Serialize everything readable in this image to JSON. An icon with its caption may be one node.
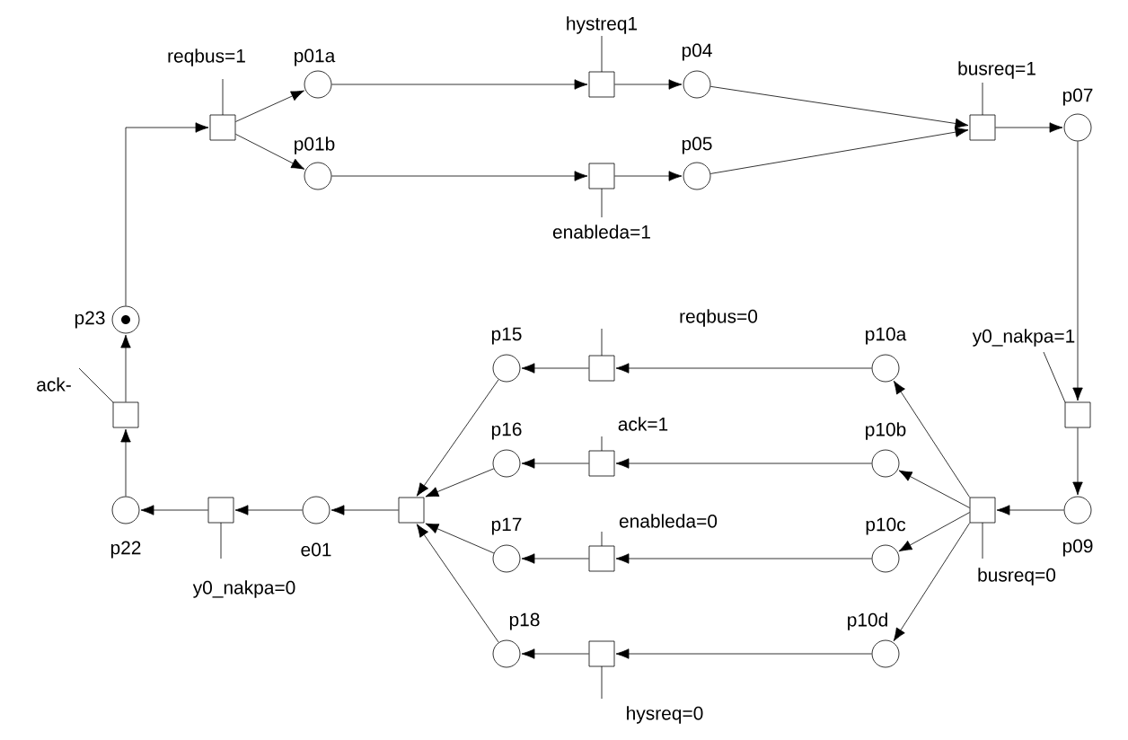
{
  "diagram": {
    "nodes": [
      {
        "text": [],
        "shape": "box",
        "beside": [
          "reqbus=1"
        ]
      },
      {
        "text": [],
        "shape": "circle",
        "beside": [
          "p01a"
        ]
      },
      {
        "text": [],
        "shape": "circle",
        "beside": [
          "p01b"
        ]
      },
      {
        "text": [],
        "shape": "box",
        "beside": [
          "hystreq1"
        ]
      },
      {
        "text": [],
        "shape": "circle",
        "beside": [
          "p04"
        ]
      },
      {
        "text": [],
        "shape": "box",
        "beside": [
          "enableda=1"
        ]
      },
      {
        "text": [],
        "shape": "circle",
        "beside": [
          "p05"
        ]
      },
      {
        "text": [],
        "shape": "box",
        "beside": [
          "busreq=1"
        ]
      },
      {
        "text": [],
        "shape": "circle",
        "beside": [
          "p07"
        ]
      },
      {
        "text": [],
        "shape": "box",
        "beside": [
          "y0_nakpa=1"
        ]
      },
      {
        "text": [],
        "shape": "circle",
        "beside": [
          "p09"
        ]
      },
      {
        "text": [],
        "shape": "box",
        "beside": [
          "busreq=0"
        ]
      },
      {
        "text": [],
        "shape": "circle",
        "beside": [
          "p10a"
        ]
      },
      {
        "text": [],
        "shape": "box",
        "beside": [
          "reqbus=0"
        ]
      },
      {
        "text": [],
        "shape": "circle",
        "beside": [
          "p15"
        ]
      },
      {
        "text": [],
        "shape": "circle",
        "beside": [
          "p10b"
        ]
      },
      {
        "text": [],
        "shape": "box",
        "beside": [
          "ack=1"
        ]
      },
      {
        "text": [],
        "shape": "circle",
        "beside": [
          "p16"
        ]
      },
      {
        "text": [],
        "shape": "circle",
        "beside": [
          "p10c"
        ]
      },
      {
        "text": [],
        "shape": "box",
        "beside": [
          "enableda=0"
        ]
      },
      {
        "text": [],
        "shape": "circle",
        "beside": [
          "p17"
        ]
      },
      {
        "text": [],
        "shape": "circle",
        "beside": [
          "p10d"
        ]
      },
      {
        "text": [],
        "shape": "box",
        "beside": [
          "hysreq=0"
        ]
      },
      {
        "text": [],
        "shape": "circle",
        "beside": [
          "p18"
        ]
      },
      {
        "text": [],
        "shape": "box"
      },
      {
        "text": [],
        "shape": "circle",
        "beside": [
          "e01"
        ]
      },
      {
        "text": [],
        "shape": "box",
        "beside": [
          "y0_nakpa=0"
        ]
      },
      {
        "text": [],
        "shape": "circle",
        "beside": [
          "p22"
        ]
      },
      {
        "text": [],
        "shape": "box",
        "beside": [
          "ack-"
        ]
      },
      {
        "text": [],
        "shape": "marked",
        "beside": [
          "p23"
        ]
      }
    ],
    "edges": [
      {
        "from": 0,
        "to": 1,
        "arrow": "to"
      },
      {
        "from": 0,
        "to": 2,
        "arrow": "to"
      },
      {
        "from": 1,
        "to": 3,
        "arrow": "to"
      },
      {
        "from": 3,
        "to": 4,
        "arrow": "to"
      },
      {
        "from": 2,
        "to": 5,
        "arrow": "to"
      },
      {
        "from": 5,
        "to": 6,
        "arrow": "to"
      },
      {
        "from": 4,
        "to": 7,
        "arrow": "to"
      },
      {
        "from": 6,
        "to": 7,
        "arrow": "to"
      },
      {
        "from": 7,
        "to": 8,
        "arrow": "to"
      },
      {
        "from": 8,
        "to": 9,
        "arrow": "to"
      },
      {
        "from": 9,
        "to": 10,
        "arrow": "to"
      },
      {
        "from": 10,
        "to": 11,
        "arrow": "to"
      },
      {
        "from": 11,
        "to": 12,
        "arrow": "to"
      },
      {
        "from": 11,
        "to": 15,
        "arrow": "to"
      },
      {
        "from": 11,
        "to": 18,
        "arrow": "to"
      },
      {
        "from": 11,
        "to": 21,
        "arrow": "to"
      },
      {
        "from": 12,
        "to": 13,
        "arrow": "to"
      },
      {
        "from": 13,
        "to": 14,
        "arrow": "to"
      },
      {
        "from": 15,
        "to": 16,
        "arrow": "to"
      },
      {
        "from": 16,
        "to": 17,
        "arrow": "to"
      },
      {
        "from": 18,
        "to": 19,
        "arrow": "to"
      },
      {
        "from": 19,
        "to": 20,
        "arrow": "to"
      },
      {
        "from": 21,
        "to": 22,
        "arrow": "to"
      },
      {
        "from": 22,
        "to": 23,
        "arrow": "to"
      },
      {
        "from": 14,
        "to": 24,
        "arrow": "to"
      },
      {
        "from": 17,
        "to": 24,
        "arrow": "to"
      },
      {
        "from": 20,
        "to": 24,
        "arrow": "to"
      },
      {
        "from": 23,
        "to": 24,
        "arrow": "to"
      },
      {
        "from": 24,
        "to": 25,
        "arrow": "to"
      },
      {
        "from": 25,
        "to": 26,
        "arrow": "to"
      },
      {
        "from": 26,
        "to": 27,
        "arrow": "to"
      },
      {
        "from": 27,
        "to": 28,
        "arrow": "to"
      },
      {
        "from": 28,
        "to": 29,
        "arrow": "to"
      },
      {
        "from": 29,
        "to": 0,
        "arrow": "to"
      }
    ]
  }
}
